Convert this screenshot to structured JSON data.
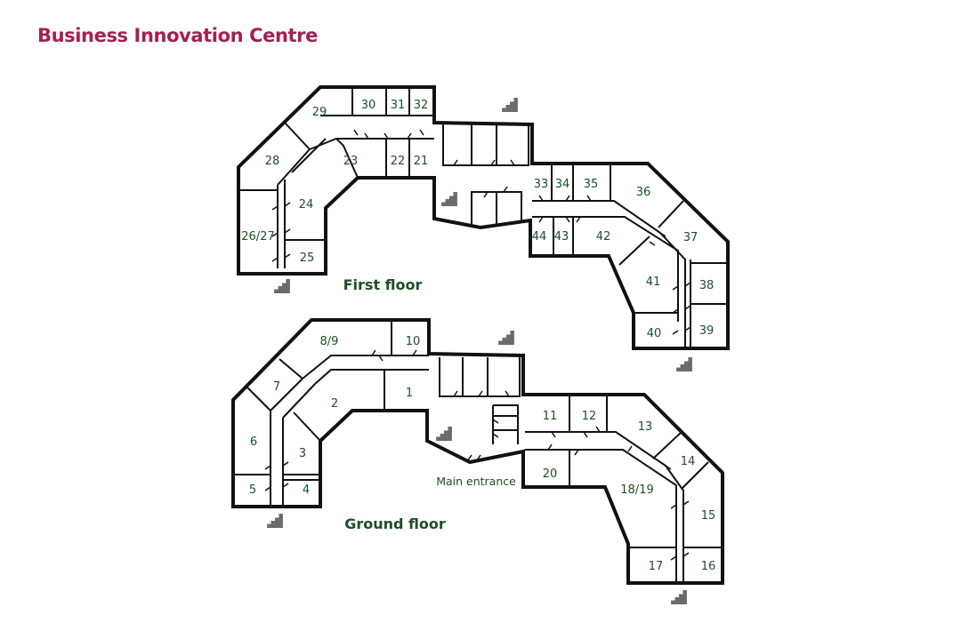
{
  "title": "Business Innovation Centre",
  "floors": {
    "first": {
      "label": "First floor"
    },
    "ground": {
      "label": "Ground floor"
    }
  },
  "main_entrance": "Main entrance",
  "rooms": {
    "r1": "1",
    "r2": "2",
    "r3": "3",
    "r4": "4",
    "r5": "5",
    "r6": "6",
    "r7": "7",
    "r8_9": "8/9",
    "r10": "10",
    "r11": "11",
    "r12": "12",
    "r13": "13",
    "r14": "14",
    "r15": "15",
    "r16": "16",
    "r17": "17",
    "r18_19": "18/19",
    "r20": "20",
    "r21": "21",
    "r22": "22",
    "r23": "23",
    "r24": "24",
    "r25": "25",
    "r26_27": "26/27",
    "r28": "28",
    "r29": "29",
    "r30": "30",
    "r31": "31",
    "r32": "32",
    "r33": "33",
    "r34": "34",
    "r35": "35",
    "r36": "36",
    "r37": "37",
    "r38": "38",
    "r39": "39",
    "r40": "40",
    "r41": "41",
    "r42": "42",
    "r43": "43",
    "r44": "44"
  },
  "colors": {
    "title": "#a4204f",
    "labels": "#1d4f26",
    "walls": "#111111",
    "stairs": "#6b6b6b"
  },
  "icons": [
    "stairs-icon"
  ]
}
